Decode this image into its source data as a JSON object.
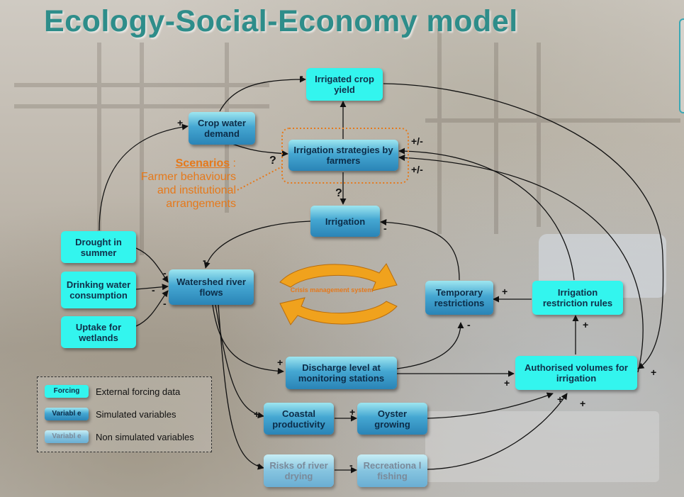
{
  "title": "Ecology-Social-Economy model",
  "scenarios": {
    "label": "Scenarios",
    "colon": " :",
    "text": "Farmer behaviours and institutional arrangements"
  },
  "crisis": "Crisis management system",
  "nodes": {
    "irrigated_crop_yield": "Irrigated crop yield",
    "crop_water_demand": "Crop water demand",
    "irrigation_strategies": "Irrigation strategies by farmers",
    "irrigation": "Irrigation",
    "drought_in_summer": "Drought in summer",
    "drinking_water": "Drinking water consumption",
    "uptake_wetlands": "Uptake for wetlands",
    "watershed_river_flows": "Watershed river flows",
    "temporary_restrictions": "Temporary restrictions",
    "irrigation_restriction_rules": "Irrigation restriction rules",
    "discharge_level": "Discharge level at monitoring stations",
    "authorised_volumes": "Authorised volumes for irrigation",
    "coastal_productivity": "Coastal productivity",
    "oyster_growing": "Oyster growing",
    "risks_river_drying": "Risks of river drying",
    "recreational_fishing": "Recreationa l fishing"
  },
  "signs": {
    "s1": "-",
    "s2": "+",
    "s3": "?",
    "s4": "+/-",
    "s5": "+/-",
    "s6": "?",
    "s7": "-",
    "s8": "-",
    "s9": "-",
    "s10": "-",
    "s11": "-",
    "s12": "-",
    "s13": "+",
    "s14": "-",
    "s15": "+",
    "s16": "+",
    "s17": "+",
    "s18": "+",
    "s19": "+",
    "s20": "+",
    "s21": "+",
    "s22": "-",
    "s23": "-"
  },
  "legend": {
    "forcing_box": "Forcing",
    "forcing_text": "External forcing data",
    "simvar_box": "Variabl e",
    "simvar_text": "Simulated variables",
    "nonsim_box": "Variabl e",
    "nonsim_text": "Non simulated variables"
  },
  "colors": {
    "title": "#2e8d8a",
    "forcing": "#33f5ee",
    "simulated": "#2a84b6",
    "scenario": "#e5791b"
  }
}
